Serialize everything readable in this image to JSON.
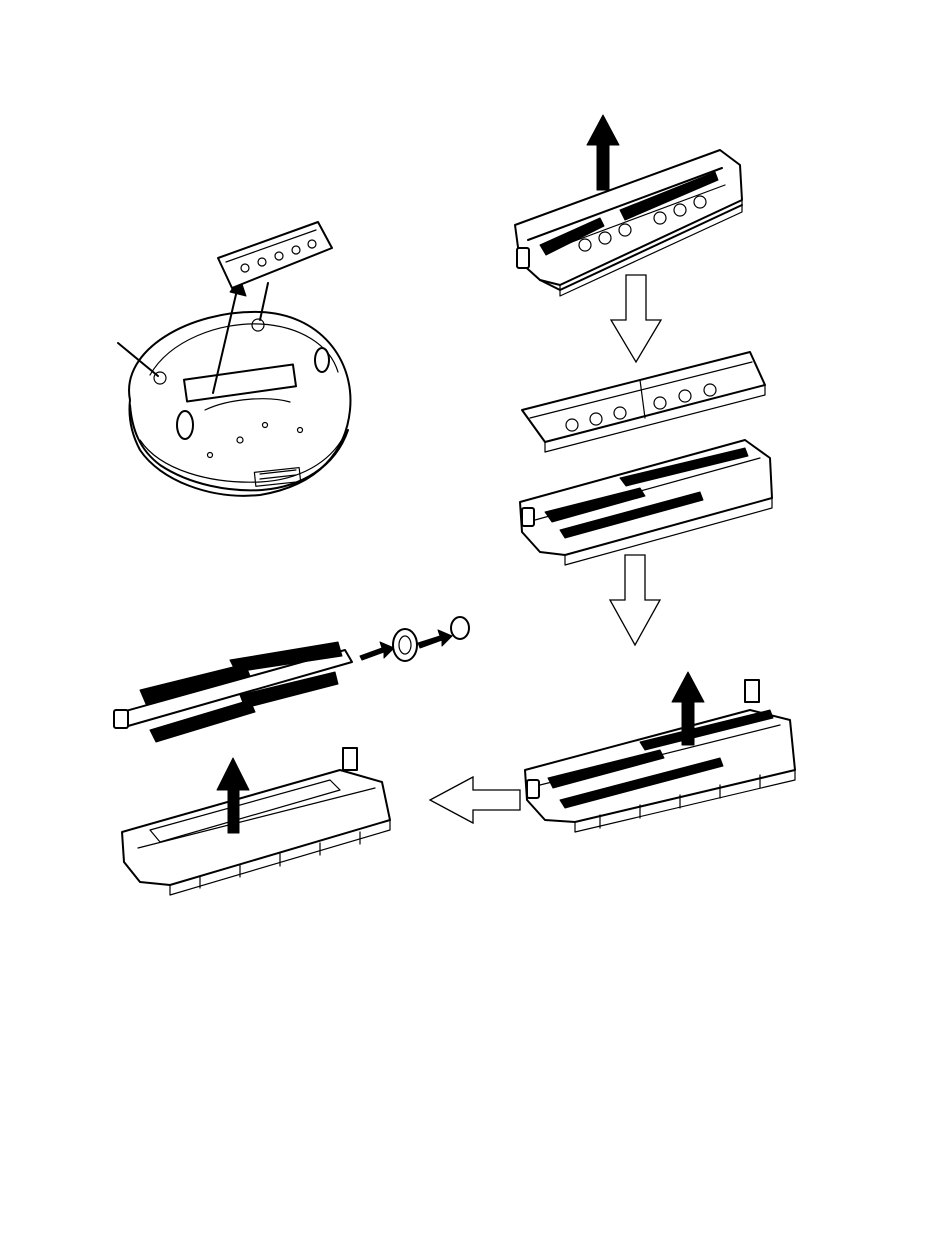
{
  "page": {
    "background": "#ffffff",
    "ink_color": "#000000"
  },
  "figure": {
    "steps": [
      {
        "id": "remove-brush-assembly",
        "icon": "robot-vacuum-underside-icon"
      },
      {
        "id": "lift-brush-cover",
        "icon": "brush-housing-with-cover-icon"
      },
      {
        "id": "separate-cover",
        "icon": "brush-cover-exploded-icon"
      },
      {
        "id": "lift-roller-brush",
        "icon": "brush-housing-with-roller-icon"
      },
      {
        "id": "empty-housing",
        "icon": "brush-housing-empty-icon"
      },
      {
        "id": "remove-end-caps",
        "icon": "roller-brush-with-caps-icon"
      }
    ],
    "flow_arrows": [
      "down-arrow",
      "down-arrow",
      "left-arrow"
    ]
  }
}
